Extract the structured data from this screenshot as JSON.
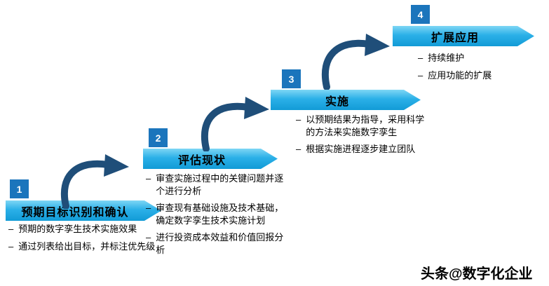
{
  "bullet_marker": "–",
  "steps": [
    {
      "number": "1",
      "title": "预期目标识别和确认",
      "bullets": [
        "预期的数字孪生技术实施效果",
        "通过列表给出目标，并标注优先级"
      ]
    },
    {
      "number": "2",
      "title": "评估现状",
      "bullets": [
        "审查实施过程中的关键问题并逐个进行分析",
        "审查现有基础设施及技术基础，确定数字孪生技术实施计划",
        "进行投资成本效益和价值回报分析"
      ]
    },
    {
      "number": "3",
      "title": "实施",
      "bullets": [
        "以预期结果为指导，采用科学的方法来实施数字孪生",
        "根据实施进程逐步建立团队"
      ]
    },
    {
      "number": "4",
      "title": "扩展应用",
      "bullets": [
        "持续维护",
        "应用功能的扩展"
      ]
    }
  ],
  "watermark": "头条@数字化企业",
  "colors": {
    "banner_cyan": "#29abe2",
    "badge_blue": "#1b75bc",
    "arrow_navy": "#1f4e79",
    "text": "#000000"
  }
}
